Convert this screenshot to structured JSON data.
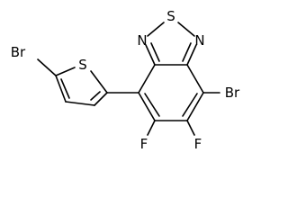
{
  "structure": {
    "bond_color": "#000000",
    "background": "#ffffff",
    "atoms": {
      "br_thiophene": "Br",
      "s_thiophene": "S",
      "s_thiadiazole": "S",
      "n_left": "N",
      "n_right": "N",
      "br_benzo": "Br",
      "f_left": "F",
      "f_right": "F"
    }
  }
}
